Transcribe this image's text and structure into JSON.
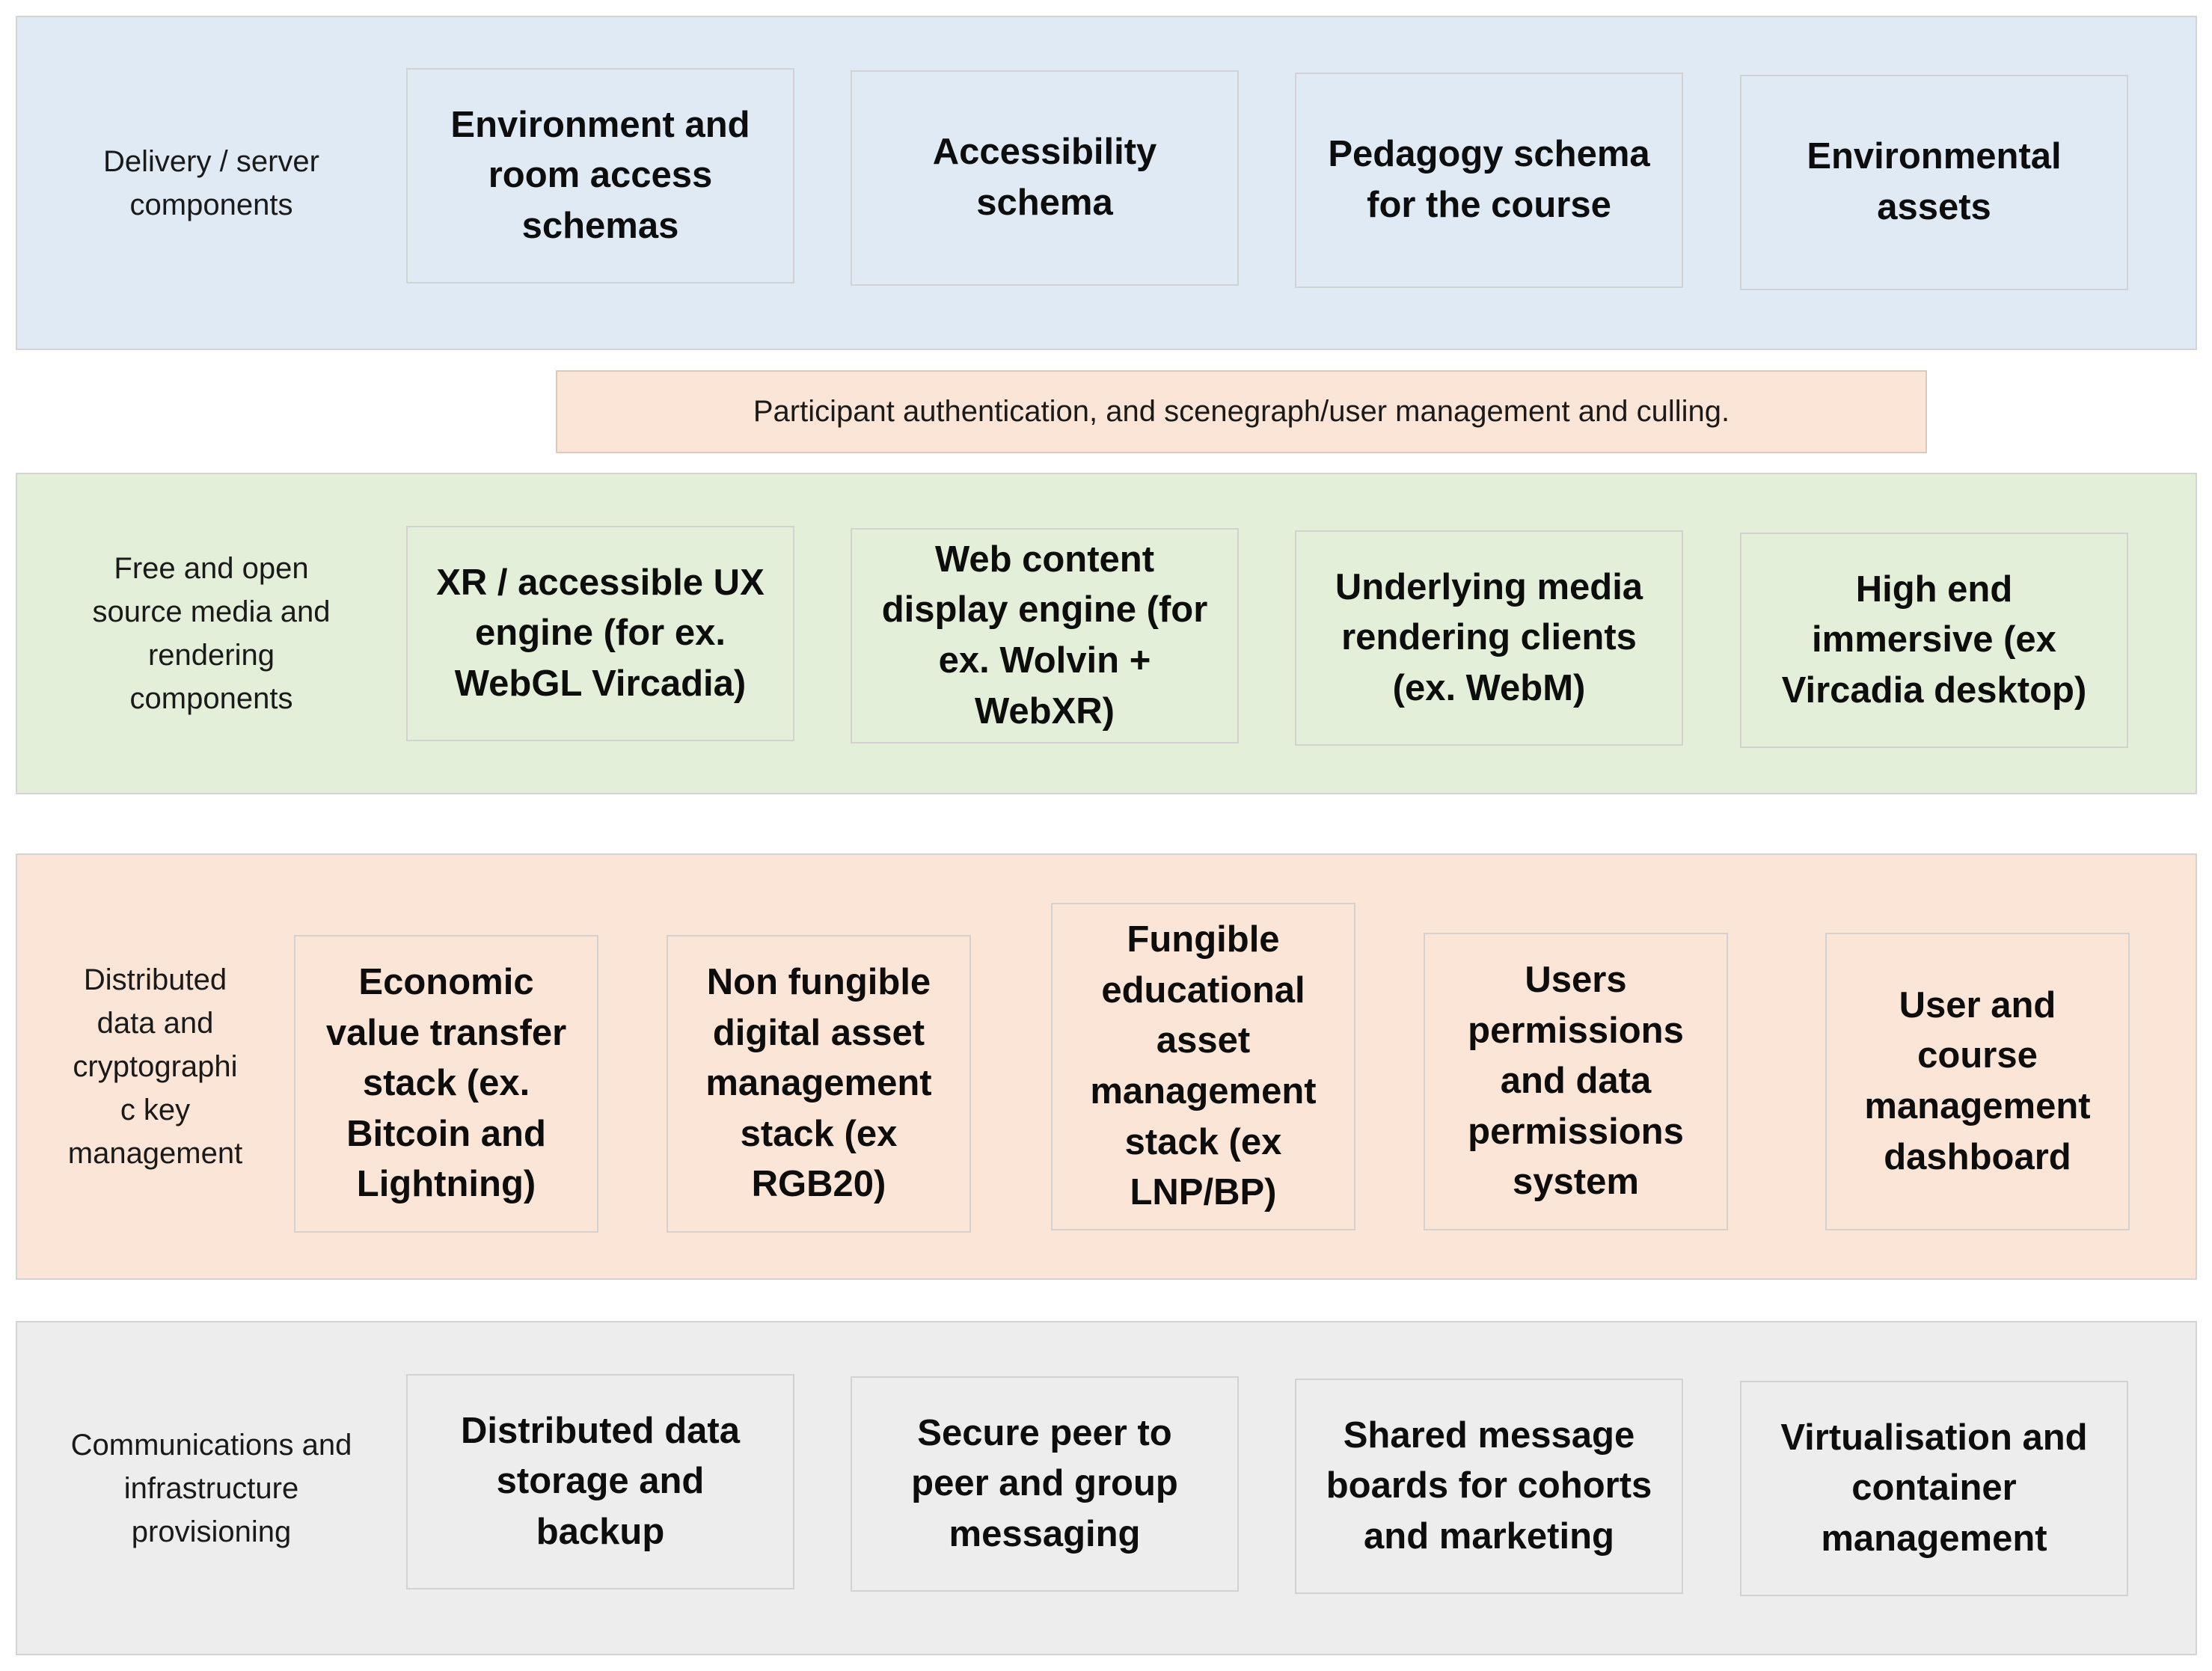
{
  "layers": [
    {
      "id": "delivery",
      "label": "Delivery / server\ncomponents",
      "color": "#dfeaf5",
      "boxes": [
        "Environment and\nroom access\nschemas",
        "Accessibility\nschema",
        "Pedagogy schema\nfor the course",
        "Environmental\nassets"
      ]
    },
    {
      "id": "foss-media",
      "label": "Free and open\nsource media and\nrendering\ncomponents",
      "color": "#e3efd9",
      "boxes": [
        "XR / accessible UX\nengine (for ex.\nWebGL Vircadia)",
        "Web content\ndisplay engine (for\nex. Wolvin +\nWebXR)",
        "Underlying media\nrendering clients\n(ex. WebM)",
        "High end\nimmersive (ex\nVircadia desktop)"
      ]
    },
    {
      "id": "distributed-data",
      "label": "Distributed\ndata and\ncryptographi\nc key\nmanagement",
      "color": "#fbe5d6",
      "boxes": [
        "Economic\nvalue transfer\nstack (ex.\nBitcoin and\nLightning)",
        "Non fungible\ndigital asset\nmanagement\nstack (ex\nRGB20)",
        "Fungible\neducational\nasset\nmanagement\nstack (ex\nLNP/BP)",
        "Users\npermissions\nand data\npermissions\nsystem",
        "User and\ncourse\nmanagement\ndashboard"
      ]
    },
    {
      "id": "comms-infra",
      "label": "Communications and\ninfrastructure\nprovisioning",
      "color": "#ededed",
      "boxes": [
        "Distributed data\nstorage and\nbackup",
        "Secure peer to\npeer and group\nmessaging",
        "Shared message\nboards for cohorts\nand marketing",
        "Virtualisation and\ncontainer\nmanagement"
      ]
    }
  ],
  "middle_bar": "Participant authentication, and scenegraph/user management and culling."
}
